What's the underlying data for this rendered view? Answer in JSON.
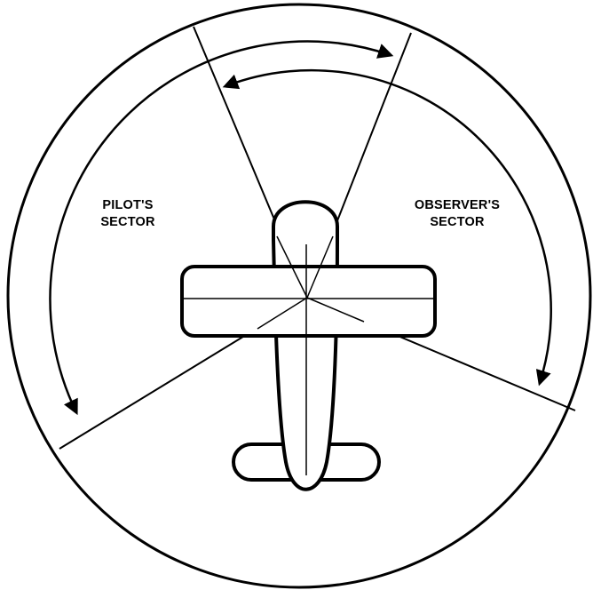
{
  "labels": {
    "pilot_sector": {
      "line1": "PILOT'S",
      "line2": "SECTOR"
    },
    "observer_sector": {
      "line1": "OBSERVER'S",
      "line2": "SECTOR"
    }
  },
  "colors": {
    "stroke": "#000000",
    "background": "#ffffff"
  }
}
